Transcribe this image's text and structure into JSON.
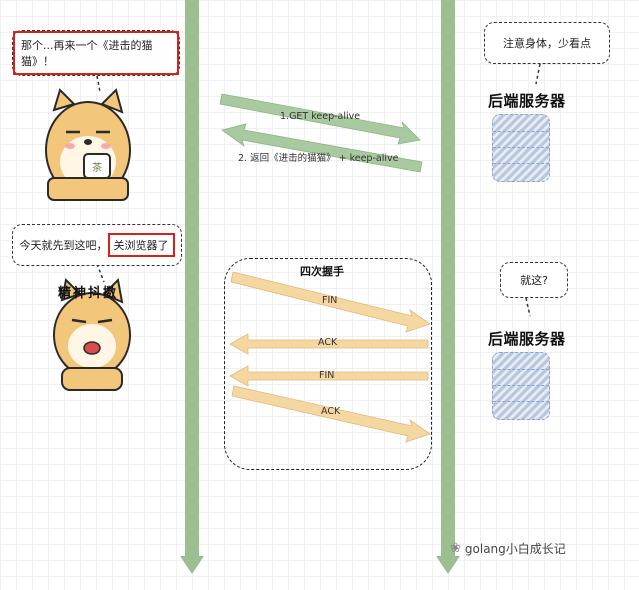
{
  "client": {
    "bubble1": {
      "prefix": "那个...再来一个《进击的猫猫》！"
    },
    "bubble2": {
      "prefix": "今天就先到这吧，",
      "highlight": "关浏览器了"
    },
    "sticker_text": "精神抖擞",
    "cup_text": "茶"
  },
  "server": {
    "top": {
      "bubble": "注意身体，少看点",
      "label": "后端服务器"
    },
    "bottom": {
      "bubble": "就这?",
      "label": "后端服务器"
    }
  },
  "requests": {
    "get": "1.GET keep-alive",
    "response": "2. 返回《进击的猫猫》 + keep-alive"
  },
  "handshake": {
    "title": "四次握手",
    "steps": [
      "FIN",
      "ACK",
      "FIN",
      "ACK"
    ]
  },
  "watermark": "golang小白成长记",
  "colors": {
    "timeline": "#9cbf91",
    "arrow_green": "#a9c9a0",
    "arrow_orange": "#f5d7a1",
    "highlight_red": "#d9201a"
  }
}
